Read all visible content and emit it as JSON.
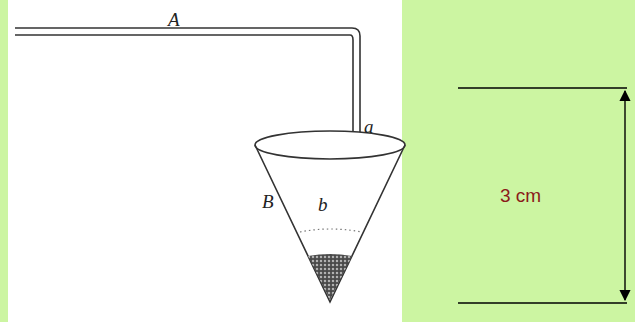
{
  "diagram": {
    "labels": [
      "A",
      "a",
      "B",
      "b",
      "3 cm"
    ]
  }
}
